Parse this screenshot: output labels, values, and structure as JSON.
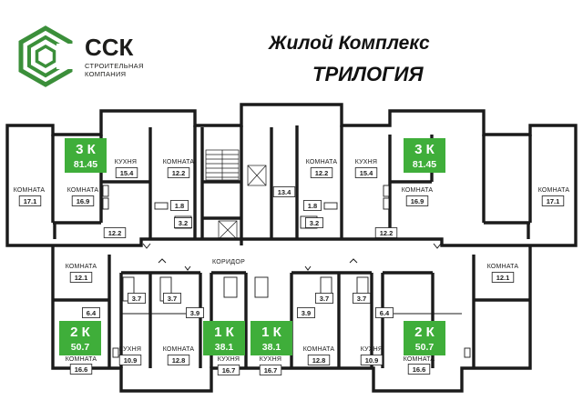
{
  "brand": {
    "name": "ССК",
    "line1": "СТРОИТЕЛЬНАЯ",
    "line2": "КОМПАНИЯ",
    "color": "#3b8f3a"
  },
  "title": {
    "line1": "Жилой Комплекс",
    "line2": "ТРИЛОГИЯ"
  },
  "accent_color": "#3fae3a",
  "corridor_label": "КОРИДОР",
  "labels": {
    "room": "КОМНАТА",
    "kitchen": "КУХНЯ"
  },
  "apartments": [
    {
      "rooms": "3 К",
      "area": "81.45"
    },
    {
      "rooms": "3 К",
      "area": "81.45"
    },
    {
      "rooms": "2 К",
      "area": "50.7"
    },
    {
      "rooms": "1 К",
      "area": "38.1"
    },
    {
      "rooms": "1 К",
      "area": "38.1"
    },
    {
      "rooms": "2 К",
      "area": "50.7"
    }
  ],
  "areas": {
    "tl_room_a": "17.1",
    "tl_room_b": "16.9",
    "tl_kitchen": "15.4",
    "tl_room_c": "12.2",
    "tl_bath_1": "1.8",
    "tl_bath_2": "3.2",
    "tl_hall": "12.2",
    "shaft": "13.4",
    "tr_room_c": "12.2",
    "tr_kitchen": "15.4",
    "tr_room_b": "16.9",
    "tr_room_a": "17.1",
    "tr_bath_1": "1.8",
    "tr_bath_2": "3.2",
    "tr_hall": "12.2",
    "bl_room_top": "12.1",
    "bl_bath_a": "3.7",
    "bl_bath_b": "3.7",
    "bl_hall": "6.4",
    "bl_hall_2": "3.9",
    "bl_kitchen": "10.9",
    "bl_room_2": "12.8",
    "bl_room_main": "16.6",
    "c1_kitchen": "16.7",
    "c2_kitchen": "16.7",
    "c2_hall": "3.9",
    "br_room_2": "12.8",
    "br_kitchen": "10.9",
    "br_bath_a": "3.7",
    "br_bath_b": "3.7",
    "br_hall": "6.4",
    "br_room_top": "12.1",
    "br_room_main": "16.6"
  }
}
